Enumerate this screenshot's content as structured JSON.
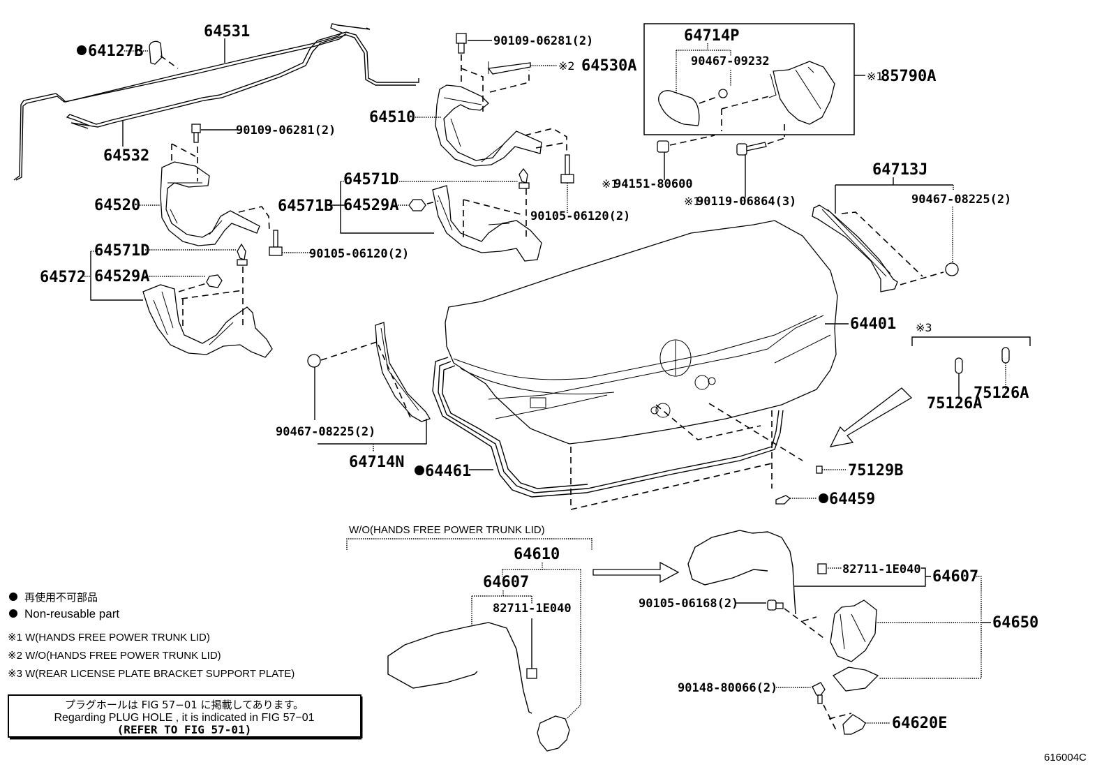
{
  "diagram": {
    "figure_code": "616004C",
    "parts": {
      "p64531": "64531",
      "p64127B": "64127B",
      "p64532": "64532",
      "bolt_upper_left": "90109-06281(2)",
      "p64520": "64520",
      "p64571B": "64571B",
      "p64571D_upper": "64571D",
      "p64529A_upper": "64529A",
      "bolt_90105_upper": "90105-06120(2)",
      "p64572": "64572",
      "p64571D_lower": "64571D",
      "p64529A_lower": "64529A",
      "bolt_90105_lower": "90105-06120(2)",
      "bolt_upper_center": "90109-06281(2)",
      "p64530A": "64530A",
      "p64530A_note": "※2",
      "p64510": "64510",
      "p64714P": "64714P",
      "screw_90467_09232": "90467-09232",
      "p85790A": "85790A",
      "p85790A_note": "※1",
      "nut_94151": "94151-80600",
      "nut_94151_note": "※1",
      "bolt_90119": "90119-06864(3)",
      "bolt_90119_note": "※1",
      "p64713J": "64713J",
      "clip_90467_right": "90467-08225(2)",
      "p64401": "64401",
      "note3_mark": "※3",
      "p75126A_a": "75126A",
      "p75126A_b": "75126A",
      "clip_90467_left": "90467-08225(2)",
      "p64714N": "64714N",
      "p64461": "64461",
      "p75129B": "75129B",
      "p64459": "64459",
      "wo_group_label": "W/O(HANDS FREE POWER TRUNK LID)",
      "p64610": "64610",
      "p64607_left": "64607",
      "switch_82711_left": "82711-1E040",
      "switch_82711_right": "82711-1E040",
      "p64607_right": "64607",
      "bolt_90105_06168": "90105-06168(2)",
      "p64650": "64650",
      "screw_90148": "90148-80066(2)",
      "p64620E": "64620E"
    },
    "legend": {
      "nonreusable_jp": "再使用不可部品",
      "nonreusable_en": "Non-reusable part",
      "note1": "※1 W(HANDS FREE POWER TRUNK LID)",
      "note2": "※2 W/O(HANDS FREE POWER TRUNK LID)",
      "note3": "※3 W(REAR LICENSE PLATE BRACKET SUPPORT PLATE)"
    },
    "reference_box": {
      "line_jp": "プラグホールは FIG 57−01 に掲載してあります。",
      "line_en": "Regarding  PLUG  HOLE , it is indicated in FIG  57−01",
      "line_refer": "(REFER TO FIG 57-01)"
    }
  }
}
